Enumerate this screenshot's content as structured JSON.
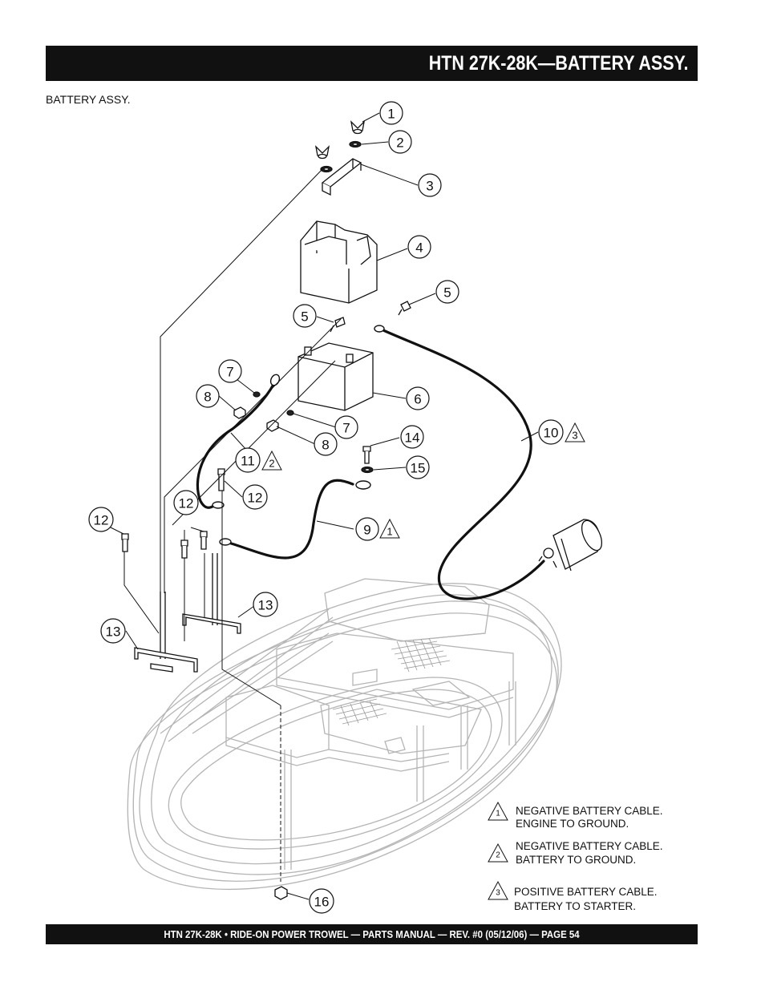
{
  "header": {
    "title": "HTN 27K-28K—BATTERY ASSY."
  },
  "section_label": "BATTERY ASSY.",
  "callouts": [
    {
      "id": "c1",
      "text": "1"
    },
    {
      "id": "c2",
      "text": "2"
    },
    {
      "id": "c3",
      "text": "3"
    },
    {
      "id": "c4",
      "text": "4"
    },
    {
      "id": "c5a",
      "text": "5"
    },
    {
      "id": "c5b",
      "text": "5"
    },
    {
      "id": "c6",
      "text": "6"
    },
    {
      "id": "c7a",
      "text": "7"
    },
    {
      "id": "c7b",
      "text": "7"
    },
    {
      "id": "c8a",
      "text": "8"
    },
    {
      "id": "c8b",
      "text": "8"
    },
    {
      "id": "c9",
      "text": "9"
    },
    {
      "id": "c10",
      "text": "10"
    },
    {
      "id": "c11",
      "text": "11"
    },
    {
      "id": "c12a",
      "text": "12"
    },
    {
      "id": "c12b",
      "text": "12"
    },
    {
      "id": "c12c",
      "text": "12"
    },
    {
      "id": "c13a",
      "text": "13"
    },
    {
      "id": "c13b",
      "text": "13"
    },
    {
      "id": "c14",
      "text": "14"
    },
    {
      "id": "c15",
      "text": "15"
    },
    {
      "id": "c16",
      "text": "16"
    }
  ],
  "callout_flags": {
    "c9": "1",
    "c11": "2",
    "c10": "3"
  },
  "notes": [
    {
      "flag": "1",
      "line1": "NEGATIVE BATTERY CABLE.",
      "line2": "ENGINE TO GROUND."
    },
    {
      "flag": "2",
      "line1": "NEGATIVE BATTERY CABLE.",
      "line2": "BATTERY TO GROUND."
    },
    {
      "flag": "3",
      "line1": "POSITIVE BATTERY CABLE.",
      "line2": "BATTERY TO STARTER."
    }
  ],
  "footer": {
    "text": "HTN 27K-28K  • RIDE-ON POWER TROWEL —  PARTS MANUAL — REV. #0 (05/12/06) — PAGE 54"
  }
}
